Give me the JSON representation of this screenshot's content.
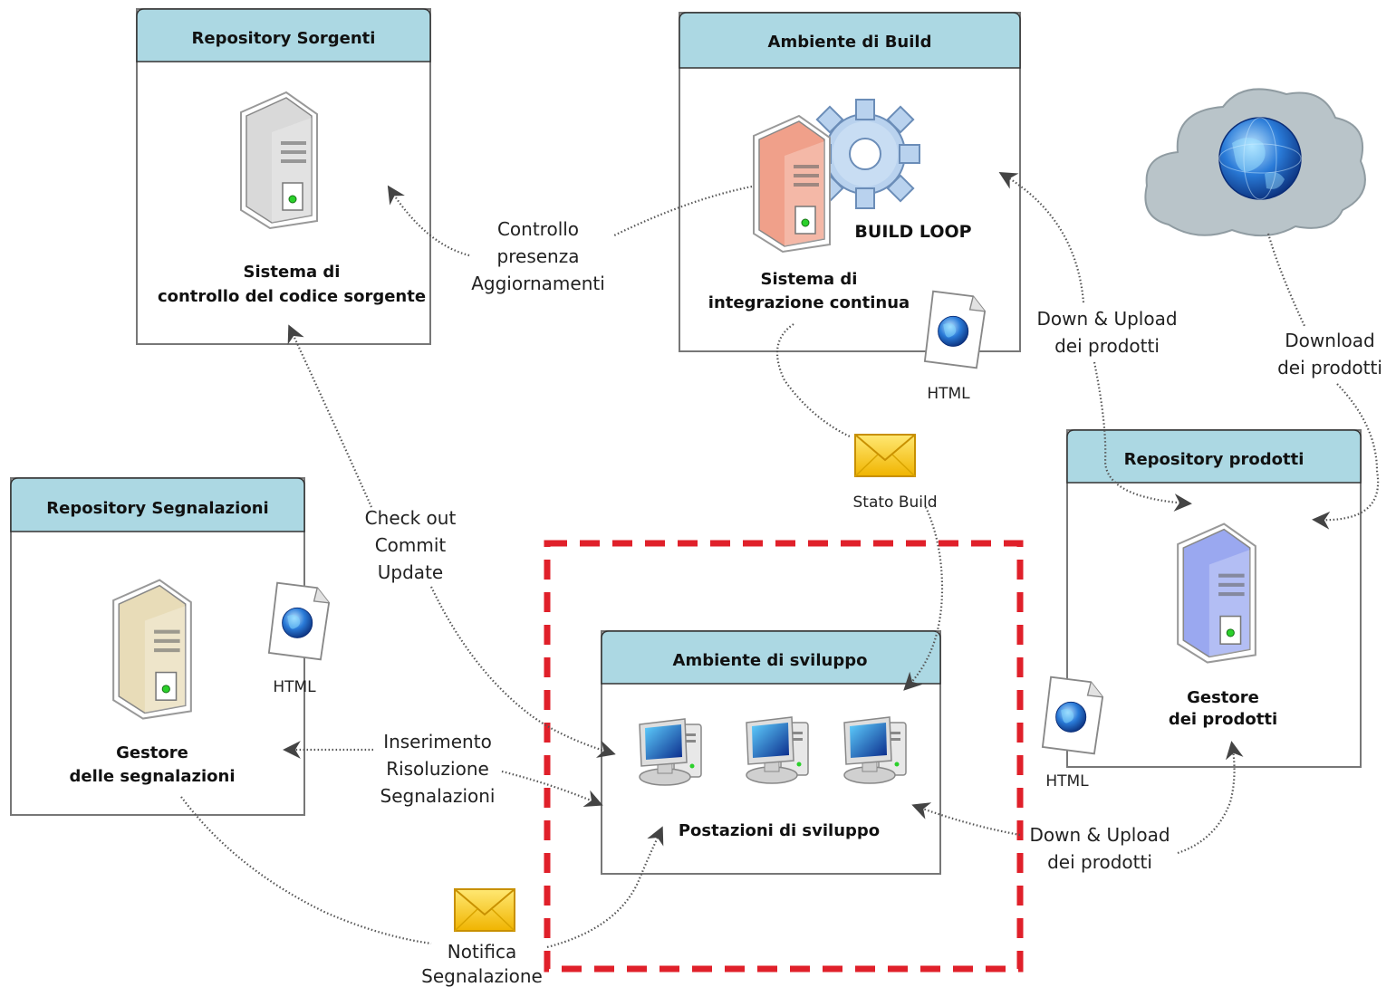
{
  "boxes": {
    "sorgenti": {
      "title": "Repository Sorgenti",
      "caption_1": "Sistema di",
      "caption_2": "controllo del codice sorgente"
    },
    "build": {
      "title": "Ambiente di Build",
      "caption_1": "Sistema di",
      "caption_2": "integrazione continua",
      "loop_label": "BUILD LOOP"
    },
    "segnalazioni": {
      "title": "Repository Segnalazioni",
      "caption_1": "Gestore",
      "caption_2": "delle segnalazioni"
    },
    "prodotti": {
      "title": "Repository prodotti",
      "caption_1": "Gestore",
      "caption_2": "dei prodotti"
    },
    "sviluppo": {
      "title": "Ambiente di sviluppo",
      "caption": "Postazioni di sviluppo"
    }
  },
  "labels": {
    "controllo": [
      "Controllo",
      "presenza",
      "Aggiornamenti"
    ],
    "checkout": [
      "Check out",
      "Commit",
      "Update"
    ],
    "inserimento": [
      "Inserimento",
      "Risoluzione",
      "Segnalazioni"
    ],
    "updown_build": [
      "Down & Upload",
      "dei prodotti"
    ],
    "download": [
      "Download",
      "dei prodotti"
    ],
    "updown_dev": [
      "Down & Upload",
      "dei prodotti"
    ],
    "stato_build": "Stato Build",
    "notifica": [
      "Notifica",
      "Segnalazione"
    ]
  },
  "files": {
    "build_file": "HTML",
    "segnalazioni_file": "HTML",
    "prodotti_file": "HTML"
  },
  "icons": {
    "server_colors": {
      "sorgenti": "#d9d9d9",
      "build": "#f0a08a",
      "segnalazioni": "#e8dcb8",
      "prodotti": "#9aa8f0"
    },
    "highlight_color": "#e0202a"
  }
}
